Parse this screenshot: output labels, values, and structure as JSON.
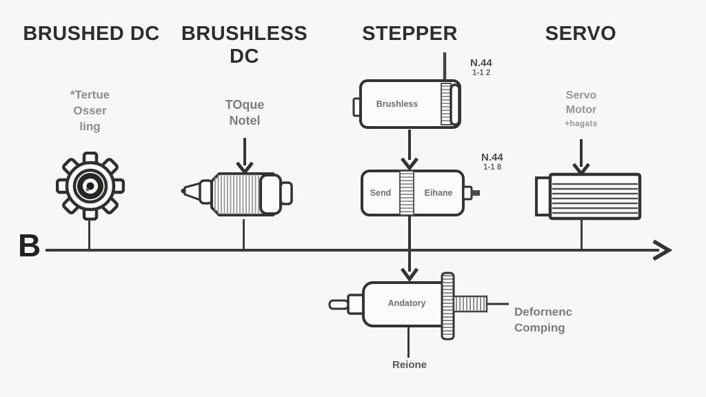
{
  "colors": {
    "background": "#f7f7f5",
    "line": "#3a3a3a",
    "header_text": "#2d2d2d",
    "note_text": "#8c8c8c",
    "label_text": "#6e6e6e"
  },
  "headers": {
    "brushed": "BRUSHED DC",
    "brushless": "BRUSHLESS DC",
    "stepper": "STEPPER",
    "servo": "SERVO"
  },
  "axis": {
    "origin": "B"
  },
  "brushed": {
    "note1": "*Tertue",
    "note2": "Osser",
    "note3": "ling"
  },
  "brushless": {
    "note1": "TOque",
    "note2": "Notel"
  },
  "stepper": {
    "top_code1": "N.44",
    "top_code2": "1-1 2",
    "mid_code1": "N.44",
    "mid_code2": "1-1 8",
    "box1_label": "Brushless",
    "box2_left_label": "Send",
    "box2_right_label": "Eihane",
    "box3_label": "Andatory",
    "coupling_note1": "Defornenc",
    "coupling_note2": "Comping",
    "bottom_label": "Reione"
  },
  "servo": {
    "note1": "Servo",
    "note2": "Motor",
    "note3": "+hagats"
  }
}
